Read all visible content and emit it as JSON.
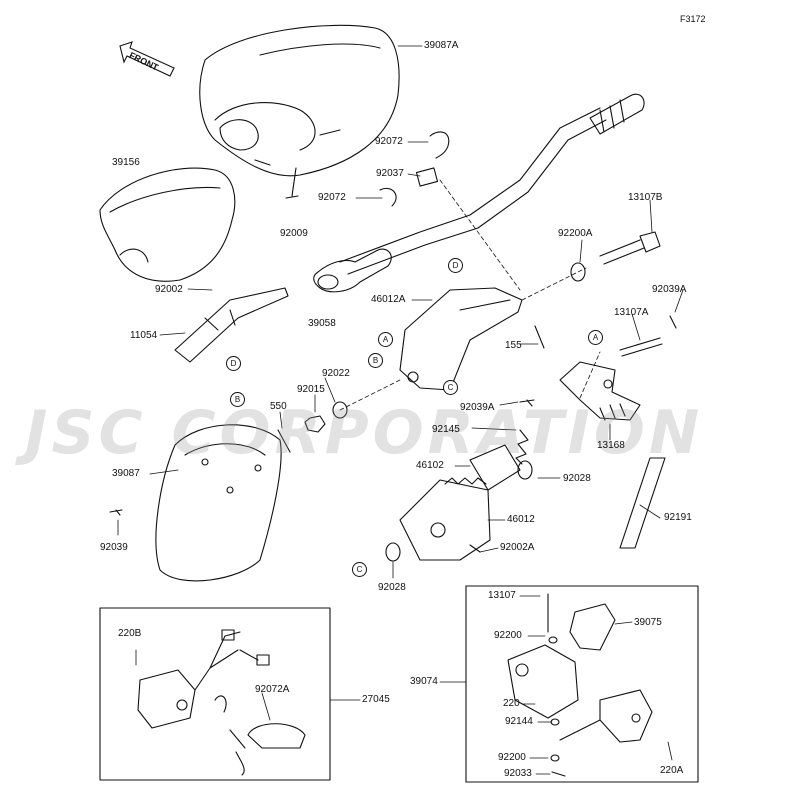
{
  "figure_id": "F3172",
  "direction_label": "FRONT",
  "watermark": "JSC CORPORATION",
  "part_labels": {
    "p39087A": "39087A",
    "p39156": "39156",
    "p92009": "92009",
    "p92072_top": "92072",
    "p92037": "92037",
    "p92072_mid": "92072",
    "p13107B": "13107B",
    "p92200A": "92200A",
    "p92002": "92002",
    "p46012A": "46012A",
    "p92039A_r": "92039A",
    "p11054": "11054",
    "p39058": "39058",
    "p13107A": "13107A",
    "p155": "155",
    "p92022": "92022",
    "p92015": "92015",
    "p550": "550",
    "p92039A_l": "92039A",
    "p92145": "92145",
    "p13168": "13168",
    "p39087": "39087",
    "p46102": "46102",
    "p92028_r": "92028",
    "p46012": "46012",
    "p92191": "92191",
    "p92039": "92039",
    "p92002A": "92002A",
    "p92028_b": "92028",
    "p220B": "220B",
    "p92072A": "92072A",
    "p27045": "27045",
    "p13107": "13107",
    "p92200_a": "92200",
    "p39075": "39075",
    "p39074": "39074",
    "p220": "220",
    "p92144": "92144",
    "p92200_b": "92200",
    "p92033": "92033",
    "p220A": "220A"
  },
  "callouts": {
    "d_top": "D",
    "d_left": "D",
    "a_mid": "A",
    "b_mid": "B",
    "c_mid": "C",
    "a_right": "A",
    "b_left": "B",
    "c_bottom": "C"
  }
}
